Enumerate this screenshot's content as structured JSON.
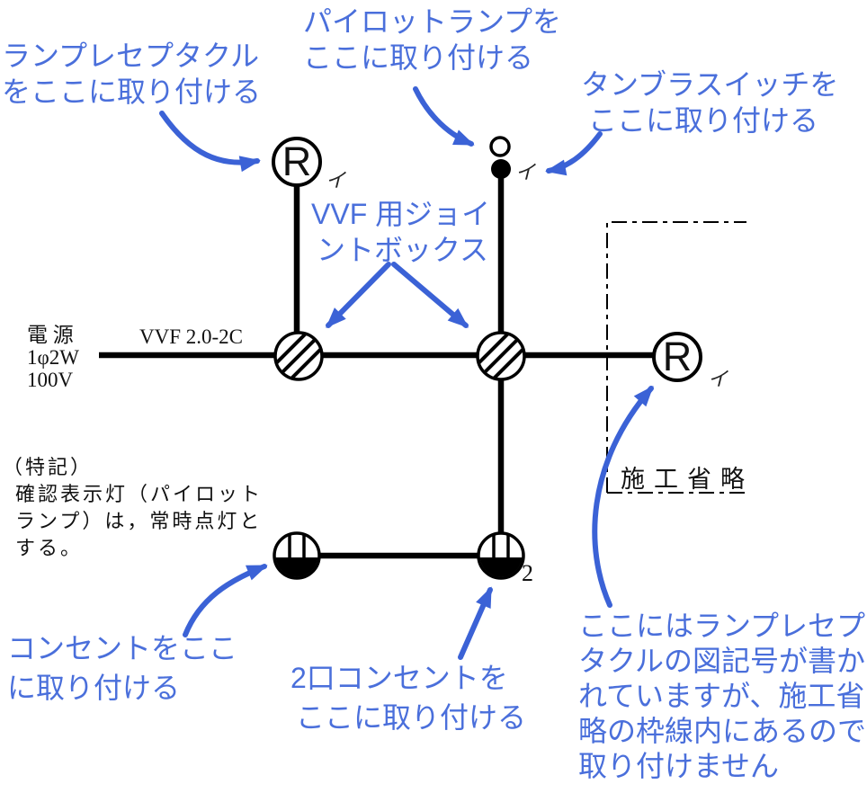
{
  "page": {
    "background": "#ffffff"
  },
  "colors": {
    "annotation_text": "#4a6fdb",
    "arrow": "#3b62d6",
    "diagram_line": "#000000"
  },
  "annotations": {
    "lamp_receptacle": {
      "lines": [
        "ランプレセプタクル",
        "をここに取り付ける"
      ]
    },
    "pilot_lamp": {
      "lines": [
        "パイロットランプを",
        "ここに取り付ける"
      ]
    },
    "tumbler_switch": {
      "lines": [
        "タンブラスイッチを",
        "ここに取り付ける"
      ]
    },
    "joint_box": {
      "lines": [
        "VVF 用ジョイ",
        "ントボックス"
      ]
    },
    "outlet": {
      "lines": [
        "コンセントをここ",
        "に取り付ける"
      ]
    },
    "two_port_outlet": {
      "lines": [
        "2口コンセントを",
        "ここに取り付ける"
      ]
    },
    "omitted_receptacle": {
      "lines": [
        "ここにはランプレセプ",
        "タクルの図記号が書か",
        "れていますが、施工省",
        "略の枠線内にあるので",
        "取り付けません"
      ]
    }
  },
  "labels": {
    "power_source": {
      "lines": [
        "電 源",
        "1φ2W",
        "100V"
      ]
    },
    "cable_type": "VVF 2.0-2C",
    "special_note": {
      "title": "（特記）",
      "lines": [
        "確認表示灯（パイロット",
        "ランプ）は，常時点灯と",
        "する。"
      ]
    },
    "construction_omitted": "施工省略",
    "receptacle_letter": "R",
    "circuit_mark": "イ",
    "outlet_port_count": "2"
  }
}
